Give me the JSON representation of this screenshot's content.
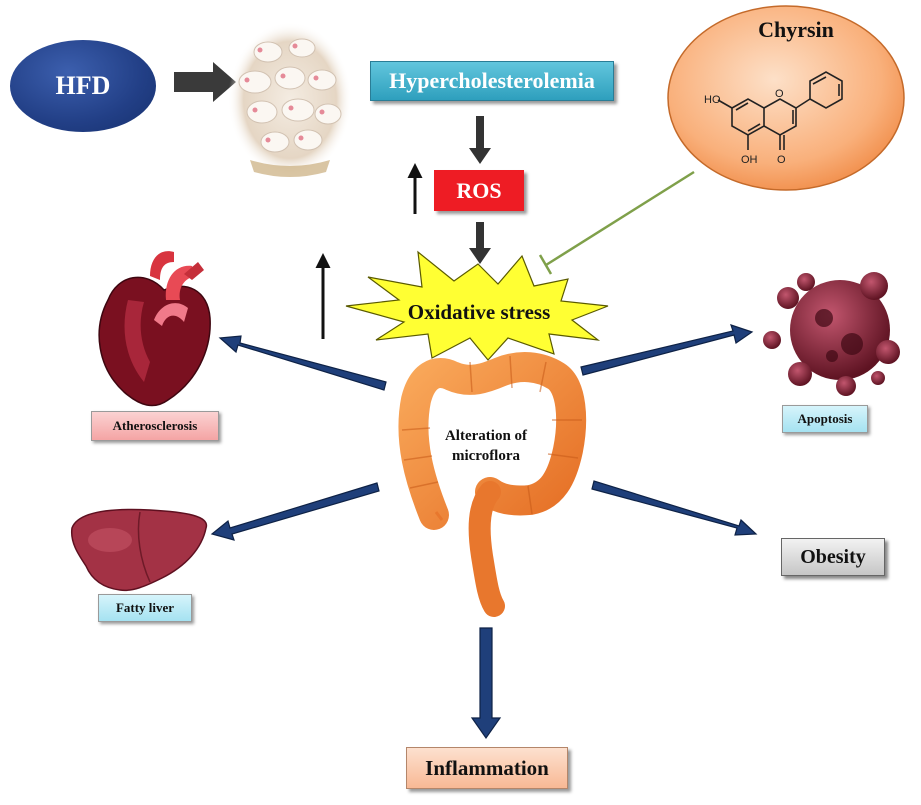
{
  "labels": {
    "hfd": "HFD",
    "hypercholesterolemia": "Hypercholesterolemia",
    "ros": "ROS",
    "chrysin": "Chyrsin",
    "oxidative_stress": "Oxidative stress",
    "alteration_line1": "Alteration of",
    "alteration_line2": "microflora",
    "atherosclerosis": "Atherosclerosis",
    "apoptosis": "Apoptosis",
    "fatty_liver": "Fatty liver",
    "obesity": "Obesity",
    "inflammation": "Inflammation"
  },
  "structure_labels": {
    "ho_top": "HO",
    "ho_bottom": "OH",
    "ring_oxygen": "O",
    "carbonyl_oxygen": "O"
  },
  "colors": {
    "hfd": "#223f86",
    "hypercholesterolemia": "#2e9fbd",
    "ros": "#ee1c24",
    "chrysin_bubble": "#f8a66c",
    "oxidative_stress_burst": "#ffff33",
    "effect_arrows": "#1f3f7a",
    "inhibition_line": "#7fa04a",
    "atherosclerosis_box": "#f4a4a4",
    "apoptosis_box": "#a5e2f1",
    "fatty_liver_box": "#a5e2f1",
    "obesity_box": "#c6c6c6",
    "inflammation_box": "#f8b995",
    "colon": "#f08a3c"
  },
  "icons": [
    "rats-photo",
    "chrysin-structure",
    "heart-icon",
    "liver-icon",
    "apoptotic-cell-icon",
    "colon-icon"
  ]
}
